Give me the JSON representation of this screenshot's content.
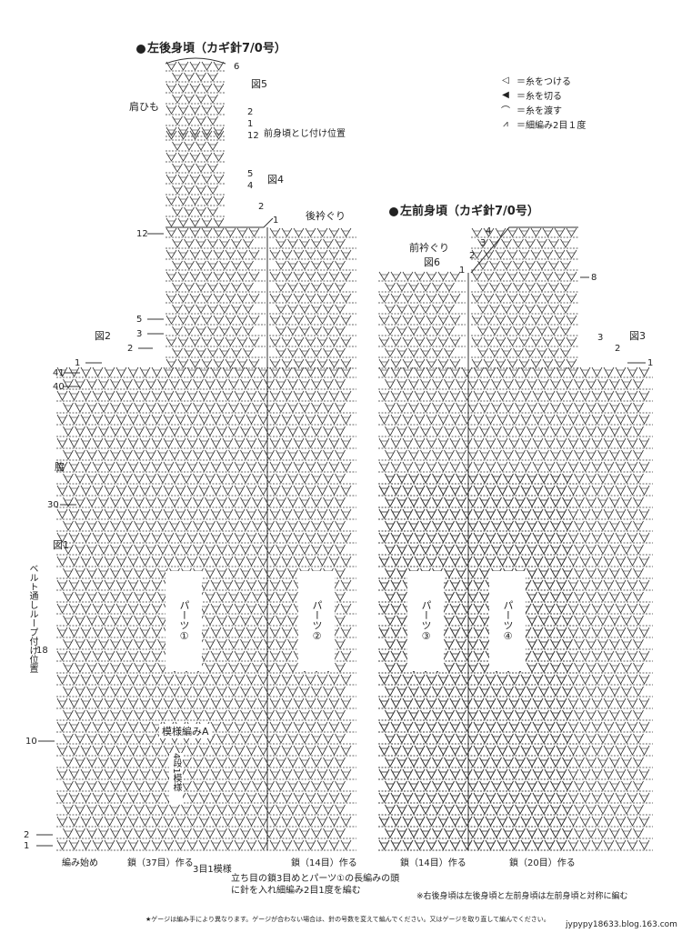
{
  "back_title": "左後身頃（カギ針7/0号）",
  "front_title": "左前身頃（カギ針7/0号）",
  "legend": [
    {
      "icon": "attach-yarn-icon",
      "symbol": "◁",
      "text": "＝糸をつける"
    },
    {
      "icon": "cut-yarn-icon",
      "symbol": "◀",
      "text": "＝糸を切る"
    },
    {
      "icon": "pass-yarn-icon",
      "symbol": "⌒",
      "text": "＝糸を渡す"
    },
    {
      "icon": "sc2tog-icon",
      "symbol": "⩘",
      "text": "＝細編み2目１度"
    }
  ],
  "labels": {
    "fig5": "図5",
    "fig4": "図4",
    "fig2": "図2",
    "fig1": "図1",
    "fig3": "図3",
    "fig6": "図6",
    "shoulder_strap": "肩ひも",
    "front_join": "前身頃とじ付け位置",
    "back_neck": "後衿ぐり",
    "front_neck": "前衿ぐり",
    "side": "脇",
    "belt_loop": "ベルト通しループ付け位置",
    "pattern_a": "模様編みA",
    "four_rows": "4段1模様",
    "three_st": "3目1模様",
    "start": "編み始め",
    "chain37": "鎖（37目）作る",
    "chain14_back": "鎖（14目）作る",
    "chain14_front": "鎖（14目）作る",
    "chain20": "鎖（20目）作る",
    "note_join": "立ち目の鎖3目めとパーツ①の長編みの頭に針を入れ細編み2目1度を編む",
    "note_symmetric": "※右後身頃は左後身頃と左前身頃は左前身頃と対称に編む",
    "footer": "★ゲージは編み手により異なります。ゲージが合わない場合は、針の号数を変えて編んでください。又はゲージを取り直して編んでください。",
    "watermark": "jypypy18633.blog.163.com"
  },
  "parts": [
    "パーツ①",
    "パーツ②",
    "パーツ③",
    "パーツ④"
  ],
  "row_markers_left": [
    "41",
    "40",
    "30",
    "18",
    "10",
    "2",
    "1"
  ],
  "strap_markers": [
    "6",
    "2",
    "1",
    "12",
    "5",
    "4",
    "2",
    "1"
  ],
  "side_markers": [
    "12",
    "5",
    "3",
    "2",
    "1"
  ],
  "front_markers": [
    "4",
    "3",
    "2",
    "1",
    "8",
    "3",
    "2",
    "1"
  ]
}
